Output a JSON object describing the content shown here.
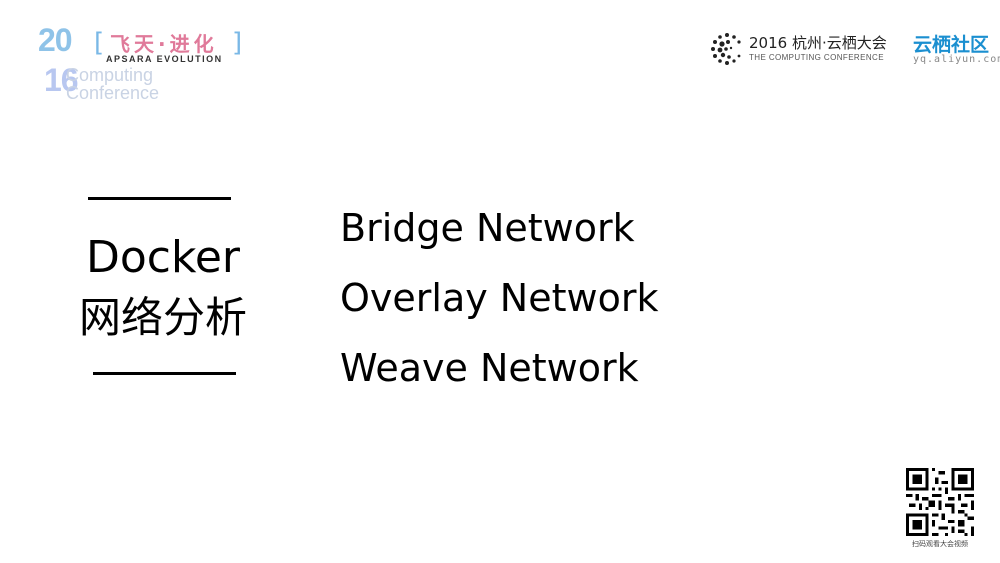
{
  "logo_left": {
    "year_top": "20",
    "year_bottom": "16",
    "brand_cn": "飞天·进化",
    "bracket_left": "[",
    "bracket_right": "]",
    "brand_en": "APSARA EVOLUTION",
    "conference_line1": "Computing",
    "conference_line2": "Conference",
    "colors": {
      "year": "#8fc3e8",
      "brand": "#e07a9a",
      "bracket": "#7ab8e6"
    }
  },
  "logo_right": {
    "event_title": "2016 杭州·云栖大会",
    "event_subtitle": "THE COMPUTING CONFERENCE",
    "community_cn": "云栖社区",
    "community_url": "yq.aliyun.com",
    "colors": {
      "community": "#1b8fd0"
    }
  },
  "section": {
    "title_en": "Docker",
    "title_cn": "网络分析"
  },
  "topics": [
    "Bridge Network",
    "Overlay Network",
    "Weave Network"
  ],
  "qr": {
    "icon": "qr-code-icon",
    "caption": "扫码观看大会视频"
  }
}
